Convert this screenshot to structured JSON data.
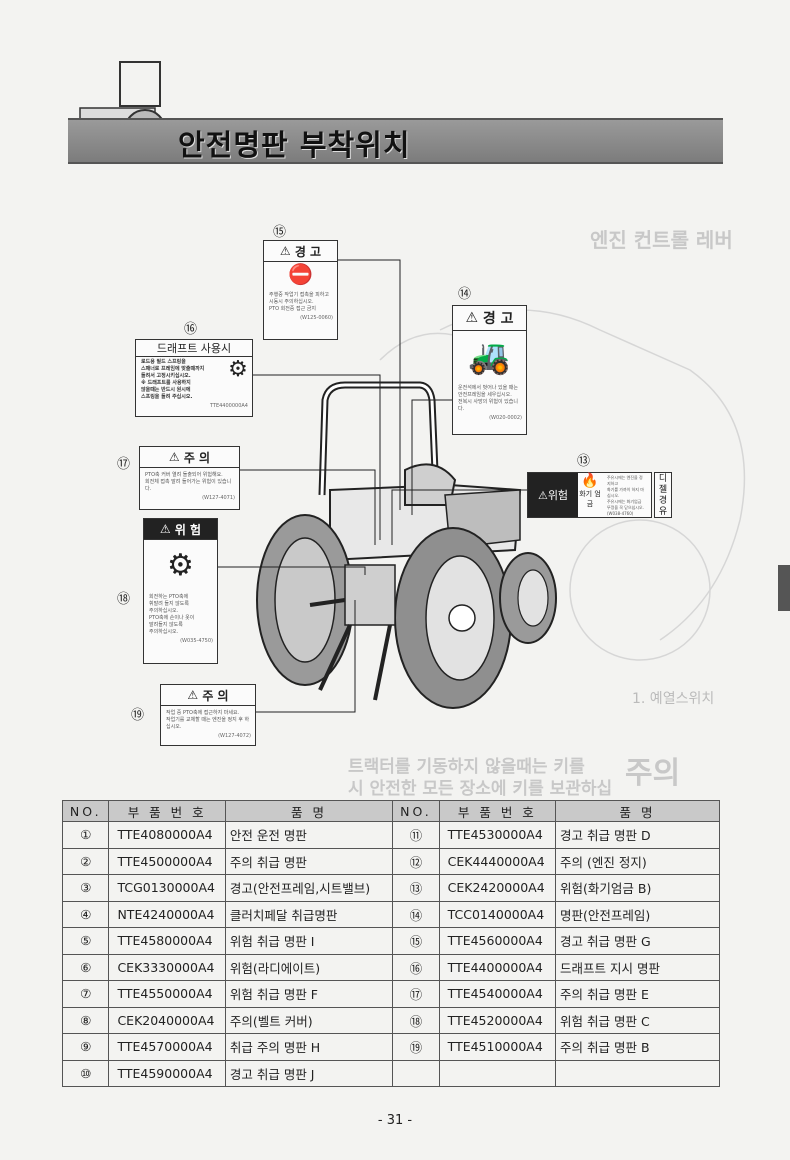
{
  "header": {
    "title": "안전명판 부착위치"
  },
  "ghost_text": {
    "top_right": "엔진 컨트롤 레버",
    "mid_right": "1. 예열스위치",
    "warning_word": "주의",
    "warning_line1": "트랙터를 기동하지 않을때는 키를",
    "warning_line2": "시 안전한 모든 장소에 키를 보관하십"
  },
  "labels": [
    {
      "no": "⑮",
      "heading": "경 고",
      "lines": [
        "주행중 작업기 접촉을 피하고",
        "시동시 주의하십시오.",
        "PTO 회전중 접근 금지"
      ],
      "code": "(W125-0060)"
    },
    {
      "no": "⑭",
      "heading": "경 고",
      "lines": [
        "운전석에서 벗어나 있을 때는",
        "안전프레임을 세우십시오.",
        "전복시 사망의 위험이 있습니다."
      ],
      "code": "(W020-0002)"
    },
    {
      "no": "⑯",
      "heading": "드래프트 사용시",
      "lines": [
        "로드용 필드 스프링을",
        "스패너로 프레임에 맞출때까지",
        "돌려서 고정시키십시오.",
        "※ 드래프트를 사용하지",
        "않을때는 반드시 원시에",
        "스프링을 돌려 주십시오."
      ],
      "code": "TTE4400000A4"
    },
    {
      "no": "⑰",
      "heading": "주 의",
      "lines": [
        "PTO축 커버 열려 돌출되어 위험해요.",
        "회전체 접촉 말려 들어가는 위험이 있습니다."
      ],
      "code": "(W127-4071)"
    },
    {
      "no": "⑬",
      "heading": "위험",
      "lines": [
        "주유시에는 엔진을 정지하고",
        "화기를 가까이 하지 마십시오.",
        "주유시에는 화기엄금",
        "뚜껑을 꼭 닫으십시오."
      ],
      "code": "(W038-4760)",
      "side_small": "화기 엄금",
      "side_tag": "디 젤 경 유"
    },
    {
      "no": "⑱",
      "heading": "위 험",
      "lines": [
        "회전하는 PTO축에",
        "휘말려 들지 않도록",
        "주의하십시오.",
        "PTO축에 손이나 옷이",
        "말려들지 않도록",
        "주의하십시오."
      ],
      "code": "(W035-4750)"
    },
    {
      "no": "⑲",
      "heading": "주 의",
      "lines": [
        "작업 중 PTO축에 접근하지 마세요.",
        "작업기를 교체할 때는 엔진을 정지 후 하십시오."
      ],
      "code": "(W127-4072)"
    }
  ],
  "table": {
    "headers": [
      "NO.",
      "부 품 번 호",
      "품 명",
      "NO.",
      "부 품 번 호",
      "품 명"
    ],
    "rows": [
      [
        "①",
        "TTE4080000A4",
        "안전 운전 명판",
        "⑪",
        "TTE4530000A4",
        "경고 취급 명판 D"
      ],
      [
        "②",
        "TTE4500000A4",
        "주의 취급 명판",
        "⑫",
        "CEK4440000A4",
        "주의 (엔진 정지)"
      ],
      [
        "③",
        "TCG0130000A4",
        "경고(안전프레임,시트밸브)",
        "⑬",
        "CEK2420000A4",
        "위험(화기엄금 B)"
      ],
      [
        "④",
        "NTE4240000A4",
        "클러치페달 취급명판",
        "⑭",
        "TCC0140000A4",
        "명판(안전프레임)"
      ],
      [
        "⑤",
        "TTE4580000A4",
        "위험 취급 명판 I",
        "⑮",
        "TTE4560000A4",
        "경고 취급 명판 G"
      ],
      [
        "⑥",
        "CEK3330000A4",
        "위험(라디에이트)",
        "⑯",
        "TTE4400000A4",
        "드래프트 지시 명판"
      ],
      [
        "⑦",
        "TTE4550000A4",
        "위험 취급 명판 F",
        "⑰",
        "TTE4540000A4",
        "주의 취급 명판 E"
      ],
      [
        "⑧",
        "CEK2040000A4",
        "주의(벨트 커버)",
        "⑱",
        "TTE4520000A4",
        "위험 취급 명판 C"
      ],
      [
        "⑨",
        "TTE4570000A4",
        "취급 주의 명판 H",
        "⑲",
        "TTE4510000A4",
        "주의 취급 명판 B"
      ],
      [
        "⑩",
        "TTE4590000A4",
        "경고 취급 명판 J",
        "",
        "",
        ""
      ]
    ]
  },
  "page_number": "- 31 -"
}
